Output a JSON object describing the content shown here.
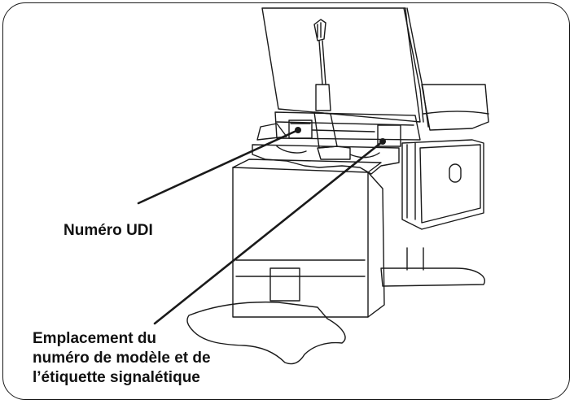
{
  "callouts": {
    "udi": "Numéro UDI",
    "model_location": {
      "line1": "Emplacement du",
      "line2": "numéro de modèle et de",
      "line3": "l’étiquette signalétique"
    }
  },
  "colors": {
    "stroke": "#1a1a1a",
    "background": "#ffffff"
  }
}
